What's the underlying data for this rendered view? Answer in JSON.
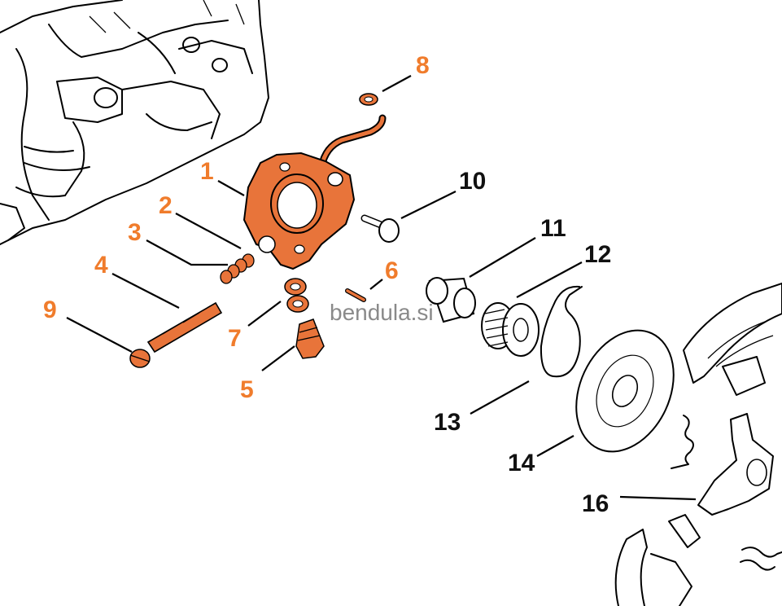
{
  "colors": {
    "orange_part": "#e8743a",
    "orange_label": "#f07c2c",
    "black_label": "#111111",
    "line": "#000000",
    "watermark": "#8a8a8a"
  },
  "watermark": "bendula.si",
  "labels": [
    {
      "id": "1",
      "text": "1",
      "style": "orange"
    },
    {
      "id": "2",
      "text": "2",
      "style": "orange"
    },
    {
      "id": "3",
      "text": "3",
      "style": "orange"
    },
    {
      "id": "4",
      "text": "4",
      "style": "orange"
    },
    {
      "id": "5",
      "text": "5",
      "style": "orange"
    },
    {
      "id": "6",
      "text": "6",
      "style": "orange"
    },
    {
      "id": "7",
      "text": "7",
      "style": "orange"
    },
    {
      "id": "8",
      "text": "8",
      "style": "orange"
    },
    {
      "id": "9",
      "text": "9",
      "style": "orange"
    },
    {
      "id": "10",
      "text": "10",
      "style": "black"
    },
    {
      "id": "11",
      "text": "11",
      "style": "black"
    },
    {
      "id": "12",
      "text": "12",
      "style": "black"
    },
    {
      "id": "13",
      "text": "13",
      "style": "black"
    },
    {
      "id": "14",
      "text": "14",
      "style": "black"
    },
    {
      "id": "16",
      "text": "16",
      "style": "black"
    }
  ]
}
